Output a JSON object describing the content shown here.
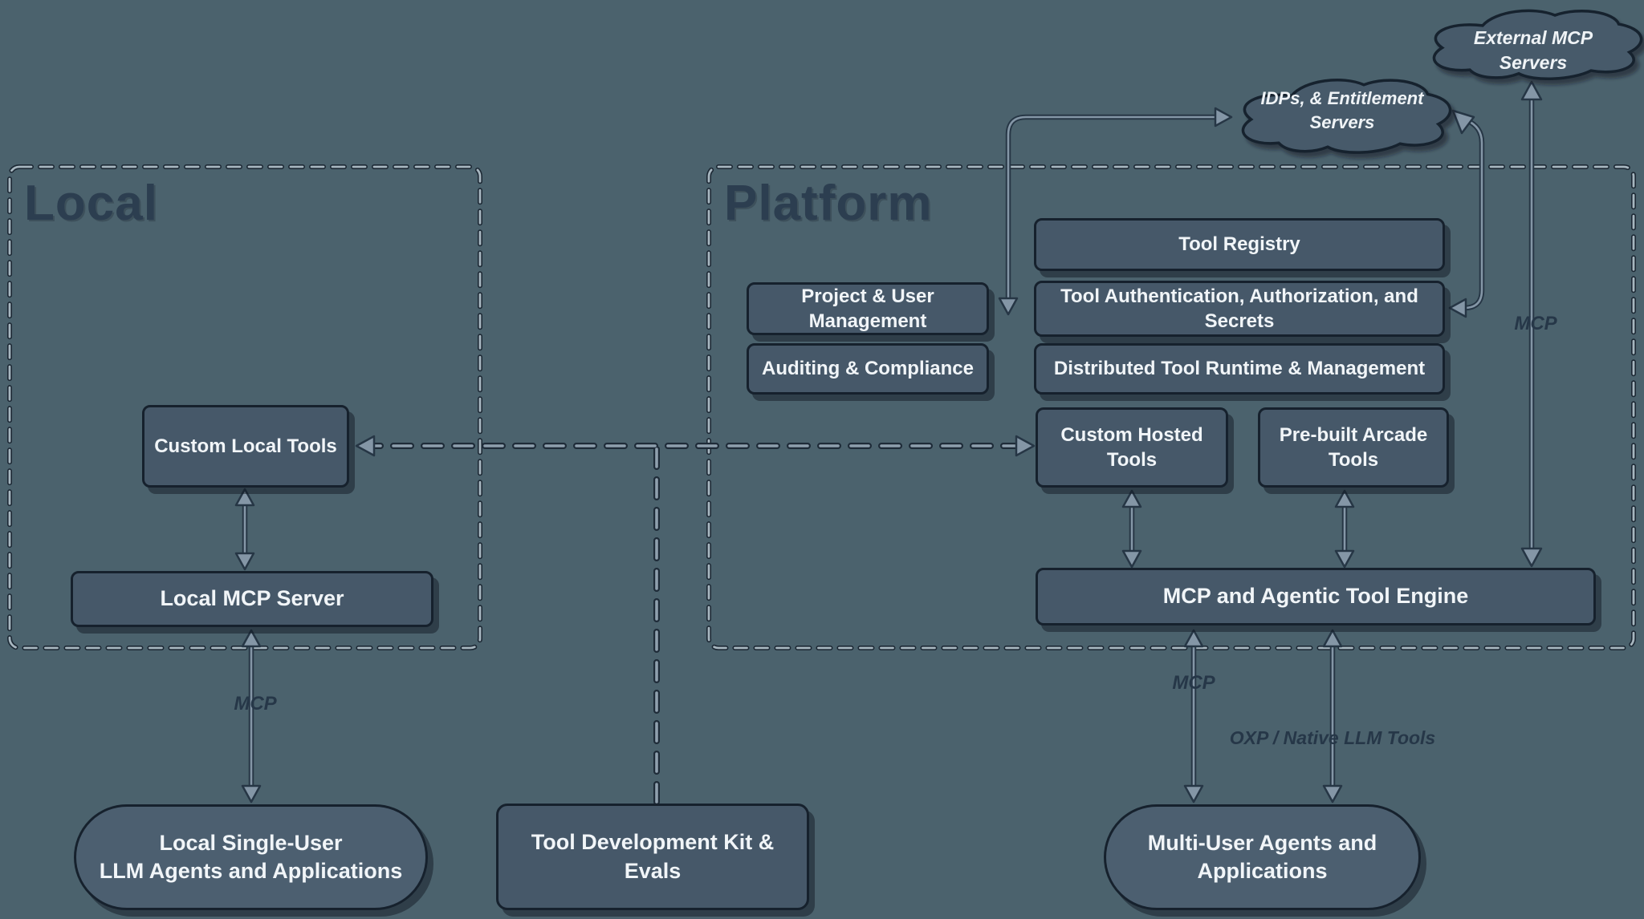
{
  "colors": {
    "background": "#4B626D",
    "node_fill": "#465869",
    "stadium_fill": "#4C5F70",
    "node_border": "#16212D",
    "node_text": "#F1F5F8",
    "region_title": "#2C3E50",
    "dash_light": "#A7B6BF",
    "arrow_fill": "#8496A6",
    "edge_label": "#263748"
  },
  "regions": {
    "local": {
      "title": "Local"
    },
    "platform": {
      "title": "Platform"
    }
  },
  "clouds": {
    "external": {
      "line1": "External MCP Servers"
    },
    "idps": {
      "line1": "IDPs, & Entitlement",
      "line2": "Servers"
    }
  },
  "nodes": {
    "tool_registry": {
      "label": "Tool Registry"
    },
    "tool_auth": {
      "label": "Tool Authentication, Authorization, and Secrets"
    },
    "distributed_runtime": {
      "label": "Distributed Tool Runtime & Management"
    },
    "project_user": {
      "label": "Project & User Management"
    },
    "auditing": {
      "label": "Auditing & Compliance"
    },
    "custom_hosted": {
      "label": "Custom Hosted Tools"
    },
    "prebuilt_arcade": {
      "label": "Pre-built Arcade Tools"
    },
    "engine": {
      "label": "MCP and Agentic Tool Engine"
    },
    "custom_local": {
      "label": "Custom Local Tools"
    },
    "local_mcp_server": {
      "label": "Local MCP Server"
    },
    "tdk": {
      "label": "Tool Development Kit & Evals"
    },
    "local_agents": {
      "line1": "Local Single-User",
      "line2": "LLM Agents and Applications"
    },
    "multi_user_agents": {
      "line1": "Multi-User Agents and",
      "line2": "Applications"
    }
  },
  "edge_labels": {
    "mcp_local": "MCP",
    "mcp_engine": "MCP",
    "mcp_external": "MCP",
    "oxp": "OXP / Native LLM Tools"
  }
}
